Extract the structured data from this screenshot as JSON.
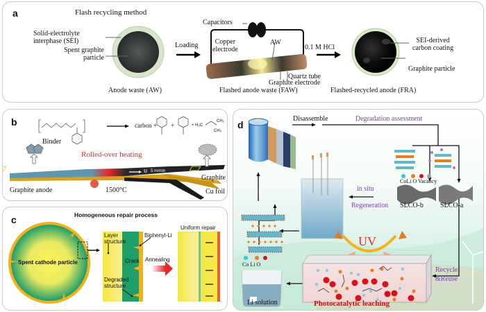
{
  "panel_a": {
    "label": "a",
    "title": "Flash recycling method",
    "sei_label": "Solid-electrolyte interphase (SEI)",
    "sei_line1": "Solid-electrolyte",
    "sei_line2": "interphase (SEI)",
    "spent_line1": "Spent graphite",
    "spent_line2": "particle",
    "aw_caption": "Anode waste (AW)",
    "loading": "Loading",
    "capacitors": "Capacitors",
    "copper_line1": "Copper",
    "copper_line2": "electrode",
    "aw": "AW",
    "quartz": "Quartz tube",
    "graphite_electrode": "Graphite electrode",
    "faw_caption": "Flashed anode waste (FAW)",
    "hcl": "0.1 M HCl",
    "sei_derived_line1": "SEI-derived",
    "sei_derived_line2": "carbon coating",
    "graphite_particle": "Graphite particle",
    "fra_caption": "Flashed-recycled anode (FRA)"
  },
  "panel_b": {
    "label": "b",
    "binder": "Binder",
    "carbon": "carbon +",
    "plus": "+",
    "plus2": "+ H₂C",
    "ch3": "CH₃",
    "ch2": "CH₂",
    "heating": "Rolled-over heating",
    "speed_symbol": "υ",
    "speed": "5 m/min",
    "graphite_anode": "Graphite anode",
    "temperature": "1500°C",
    "graphite": "Graphite",
    "cu_foil": "Cu foil"
  },
  "panel_c": {
    "label": "c",
    "title": "Homogeneous repair process",
    "particle": "Spent cathode particle",
    "layer_line1": "Layer",
    "layer_line2": "structure",
    "biphenyl": "Biphenyl-Li",
    "crack": "Crack",
    "annealing": "Annealing",
    "degraded_line1": "Degraded",
    "degraded_line2": "structure",
    "uniform": "Uniform repair"
  },
  "panel_d": {
    "label": "d",
    "disassemble": "Disassemble",
    "degradation": "Degradation assessment",
    "in_situ": "in situ",
    "regeneration": "Regeneration",
    "slco_b": "SLCO-b",
    "slco_a": "SLCO-a",
    "legend_right": [
      "Co",
      "Li",
      "O",
      "Vacancy"
    ],
    "legend_left": [
      "Co",
      "Li",
      "O"
    ],
    "uv": "UV",
    "recycle_line1": "Recycle",
    "recycle_line2": "&Reuse",
    "li_solution": "Li solution",
    "leaching": "Photocatalytic leaching"
  },
  "colors": {
    "purple_text": "#7b3fb5",
    "red_text": "#c0141a",
    "heating_red": "#e8282b",
    "co_atom": "#3cc3e0",
    "li_atom": "#e67e22",
    "o_atom": "#d9111b",
    "vacancy": "#9e9e9e",
    "panel_c_yellow": "#f7e84a",
    "panel_c_green": "#1f9e6a",
    "panel_c_orange": "#f3b21c"
  }
}
